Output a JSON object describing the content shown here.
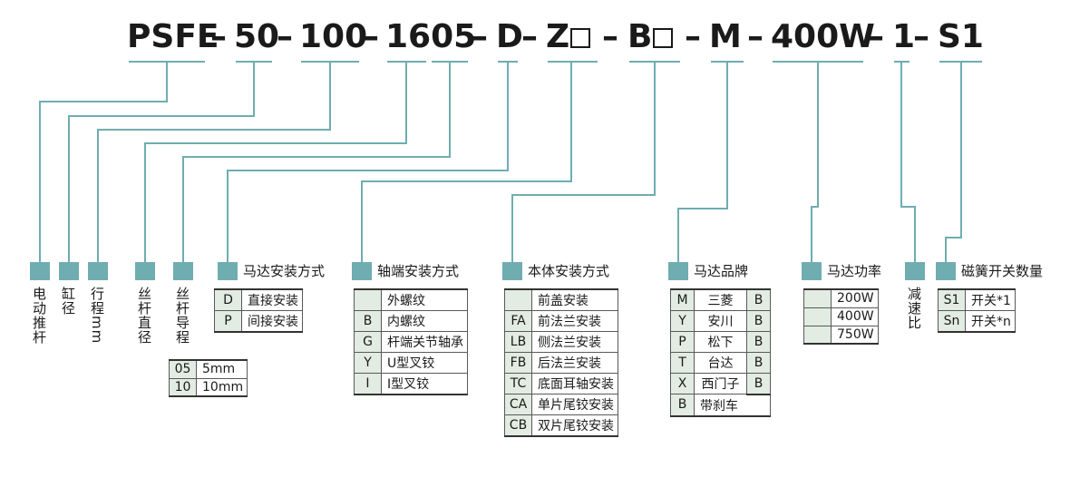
{
  "model": {
    "segments": [
      {
        "text": "PSFE",
        "box": false
      },
      {
        "text": "50",
        "box": false
      },
      {
        "text": "100",
        "box": false
      },
      {
        "text": "1605",
        "box": false
      },
      {
        "text": "D",
        "box": false
      },
      {
        "text": "Z",
        "box": true
      },
      {
        "text": "B",
        "box": true
      },
      {
        "text": "M",
        "box": false
      },
      {
        "text": "400W",
        "box": false
      },
      {
        "text": "1",
        "box": false
      },
      {
        "text": "S1",
        "box": false
      }
    ],
    "separator": "–"
  },
  "vertical_labels": [
    {
      "name": "actuator",
      "text": "电动推杆"
    },
    {
      "name": "bore",
      "text": "缸径"
    },
    {
      "name": "stroke",
      "text": "行程mm"
    },
    {
      "name": "screw-diameter",
      "text": "丝杆直径"
    },
    {
      "name": "screw-lead",
      "text": "丝杆导程"
    },
    {
      "name": "reduction-ratio",
      "text": "减速比"
    }
  ],
  "groups": {
    "motor_mounting": {
      "title": "马达安装方式",
      "rows": [
        {
          "code": "D",
          "desc": "直接安装"
        },
        {
          "code": "P",
          "desc": "间接安装"
        }
      ]
    },
    "screw_lead": {
      "rows": [
        {
          "code": "05",
          "desc": "5mm"
        },
        {
          "code": "10",
          "desc": "10mm"
        }
      ]
    },
    "shaft_end_mounting": {
      "title": "轴端安装方式",
      "rows": [
        {
          "code": "",
          "desc": "外螺纹"
        },
        {
          "code": "B",
          "desc": "内螺纹"
        },
        {
          "code": "G",
          "desc": "杆端关节轴承"
        },
        {
          "code": "Y",
          "desc": "U型叉铰"
        },
        {
          "code": "I",
          "desc": "I型叉铰"
        }
      ]
    },
    "body_mounting": {
      "title": "本体安装方式",
      "rows": [
        {
          "code": "",
          "desc": "前盖安装"
        },
        {
          "code": "FA",
          "desc": "前法兰安装"
        },
        {
          "code": "LB",
          "desc": "侧法兰安装"
        },
        {
          "code": "FB",
          "desc": "后法兰安装"
        },
        {
          "code": "TC",
          "desc": "底面耳轴安装"
        },
        {
          "code": "CA",
          "desc": "单片尾铰安装"
        },
        {
          "code": "CB",
          "desc": "双片尾铰安装"
        }
      ]
    },
    "motor_brand": {
      "title": "马达品牌",
      "rows": [
        {
          "code": "M",
          "name": "三菱",
          "brake": "B"
        },
        {
          "code": "Y",
          "name": "安川",
          "brake": "B"
        },
        {
          "code": "P",
          "name": "松下",
          "brake": "B"
        },
        {
          "code": "T",
          "name": "台达",
          "brake": "B"
        },
        {
          "code": "X",
          "name": "西门子",
          "brake": "B"
        },
        {
          "code": "B",
          "name": "带刹车",
          "brake": null
        }
      ]
    },
    "motor_power": {
      "title": "马达功率",
      "rows": [
        {
          "code": "",
          "desc": "200W"
        },
        {
          "code": "",
          "desc": "400W"
        },
        {
          "code": "",
          "desc": "750W"
        }
      ]
    },
    "reed_switch": {
      "title": "磁簧开关数量",
      "rows": [
        {
          "code": "S1",
          "desc": "开关*1"
        },
        {
          "code": "Sn",
          "desc": "开关*n"
        }
      ]
    }
  },
  "colors": {
    "accent": "#6fadb0",
    "code_cell": "#e2ece2",
    "text": "#1a1a1a",
    "rule": "#59595b"
  }
}
